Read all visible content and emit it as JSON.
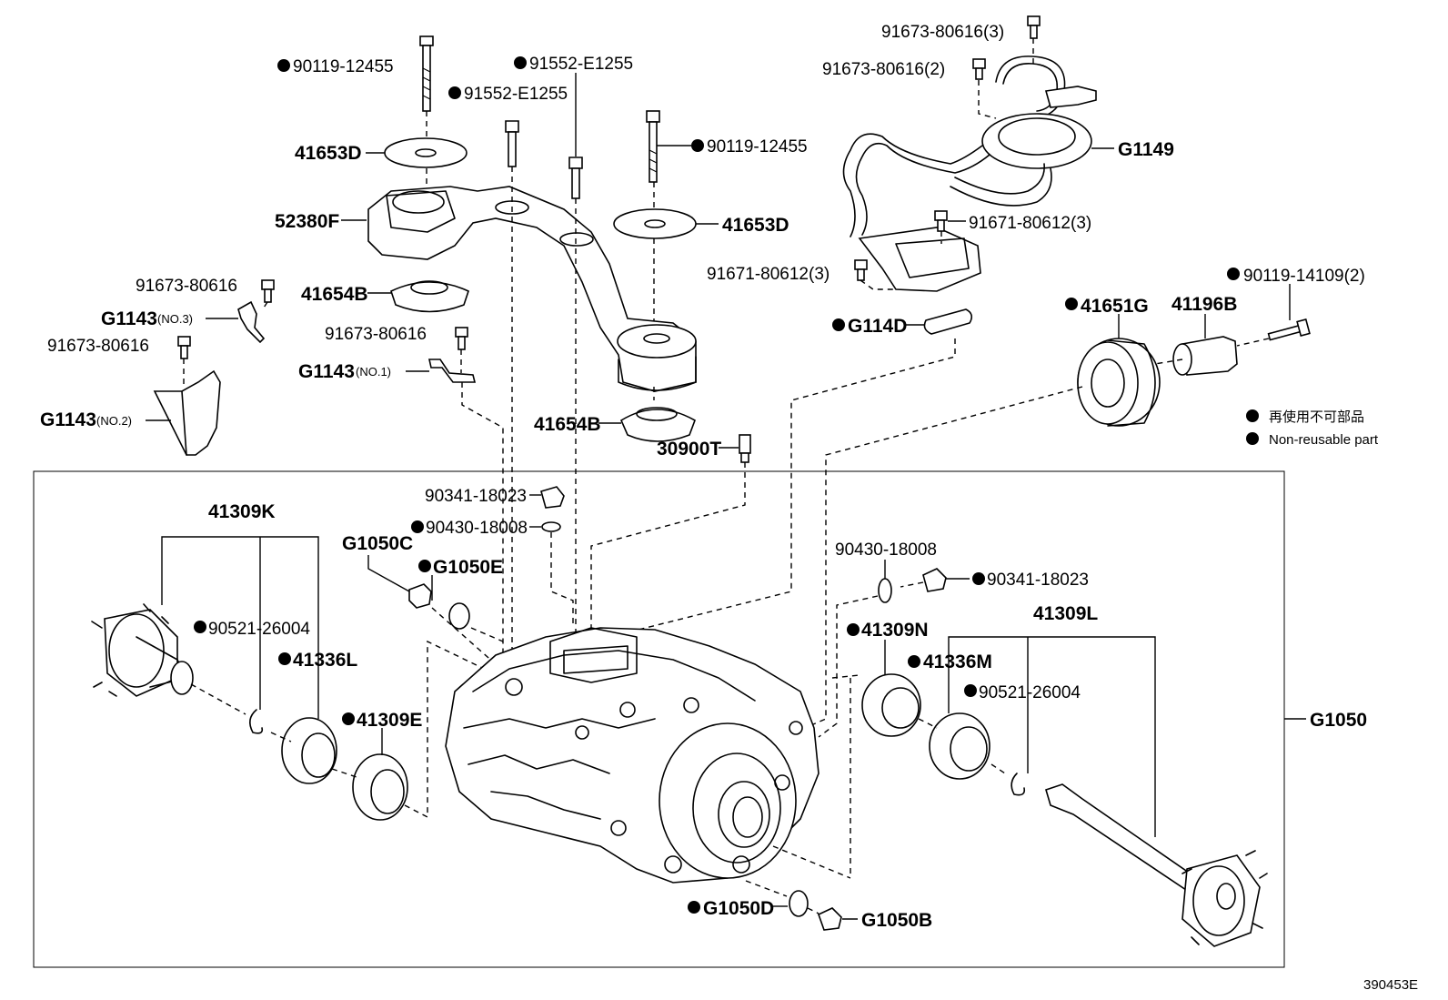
{
  "labels": {
    "b_90119_12455_left": "90119-12455",
    "b_91552_e1255_top": "91552-E1255",
    "b_91552_e1255_2": "91552-E1255",
    "b_90119_12455_right": "90119-12455",
    "p_41653D_left": "41653D",
    "p_41653D_right": "41653D",
    "p_52380F": "52380F",
    "p_41654B_upper": "41654B",
    "p_41654B_lower": "41654B",
    "b_91673_80616_a": "91673-80616",
    "p_G1143_no3": "G1143",
    "p_G1143_no3_sub": "(NO.3)",
    "b_91673_80616_b": "91673-80616",
    "b_91673_80616_c": "91673-80616",
    "p_G1143_no1": "G1143",
    "p_G1143_no1_sub": "(NO.1)",
    "p_G1143_no2": "G1143",
    "p_G1143_no2_sub": "(NO.2)",
    "p_30900T": "30900T",
    "b_91673_80616_3": "91673-80616(3)",
    "b_91673_80616_2": "91673-80616(2)",
    "p_G1149": "G1149",
    "b_91671_80612_3_right": "91671-80612(3)",
    "b_91671_80612_3_left": "91671-80612(3)",
    "p_G114D": "G114D",
    "p_41651G": "41651G",
    "p_41196B": "41196B",
    "b_90119_14109_2": "90119-14109(2)",
    "legend_jp": "再使用不可部品",
    "legend_en": "Non-reusable part",
    "p_41309K": "41309K",
    "b_90341_18023_left": "90341-18023",
    "b_90430_18008_left": "90430-18008",
    "p_G1050C": "G1050C",
    "p_G1050E": "G1050E",
    "b_90521_26004_left": "90521-26004",
    "p_41336L": "41336L",
    "p_41309E": "41309E",
    "b_90430_18008_right": "90430-18008",
    "b_90341_18023_right": "90341-18023",
    "p_41309L": "41309L",
    "p_41309N": "41309N",
    "p_41336M": "41336M",
    "b_90521_26004_right": "90521-26004",
    "p_G1050": "G1050",
    "p_G1050D": "G1050D",
    "p_G1050B": "G1050B",
    "figure_id": "390453E"
  },
  "colors": {
    "ink": "#000000",
    "paper": "#ffffff"
  }
}
